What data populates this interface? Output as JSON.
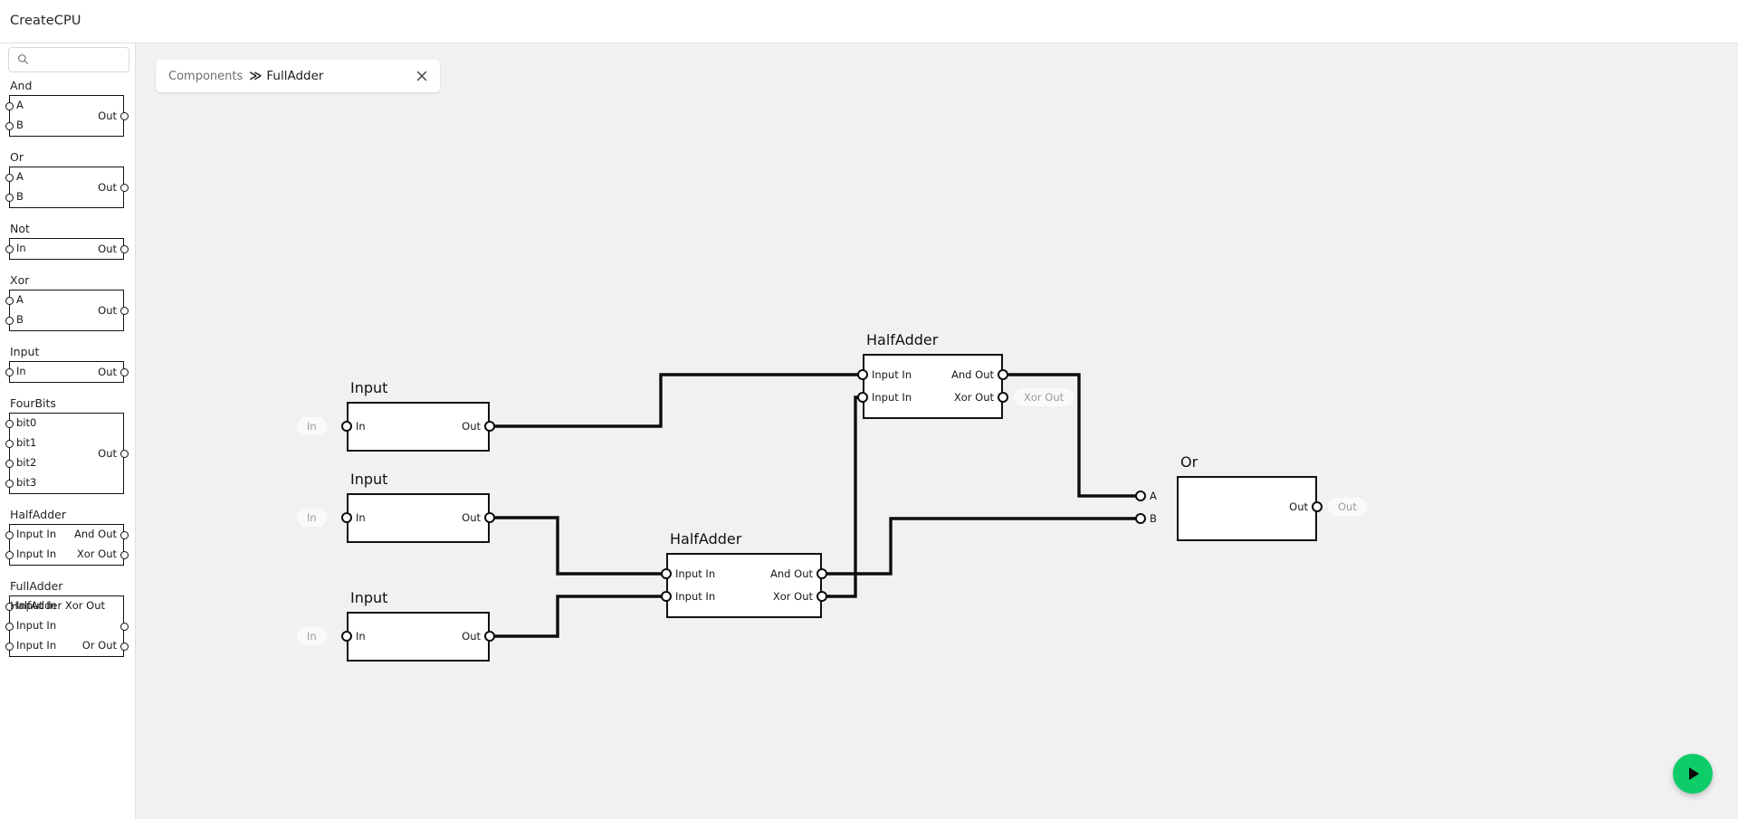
{
  "app": {
    "title": "CreateCPU"
  },
  "sidebar": {
    "search": {
      "placeholder": "",
      "value": "",
      "icon": "search-icon"
    },
    "items": [
      {
        "name": "And",
        "inputs": [
          "A",
          "B"
        ],
        "outputs": [
          "Out"
        ]
      },
      {
        "name": "Or",
        "inputs": [
          "A",
          "B"
        ],
        "outputs": [
          "Out"
        ]
      },
      {
        "name": "Not",
        "inputs": [
          "In"
        ],
        "outputs": [
          "Out"
        ]
      },
      {
        "name": "Xor",
        "inputs": [
          "A",
          "B"
        ],
        "outputs": [
          "Out"
        ]
      },
      {
        "name": "Input",
        "inputs": [
          "In"
        ],
        "outputs": [
          "Out"
        ]
      },
      {
        "name": "FourBits",
        "inputs": [
          "bit0",
          "bit1",
          "bit2",
          "bit3"
        ],
        "outputs": [
          "Out"
        ]
      },
      {
        "name": "HalfAdder",
        "inputs": [
          "Input In",
          "Input In"
        ],
        "outputs": [
          "And Out",
          "Xor Out"
        ]
      },
      {
        "name": "FullAdder",
        "inputs": [
          "Input In",
          "Input In",
          "Input In"
        ],
        "outputs": [
          "HalfAdder Xor Out",
          "Or Out"
        ]
      }
    ]
  },
  "tab": {
    "breadcrumb_root": "Components",
    "breadcrumb_separator": "≫",
    "breadcrumb_leaf": "FullAdder",
    "close_icon": "close-icon"
  },
  "canvas": {
    "background": "#f1f1f1",
    "nodes": [
      {
        "id": "input1",
        "title": "Input",
        "in_labels": [
          "In"
        ],
        "out_labels": [
          "Out"
        ],
        "left_pill": "In"
      },
      {
        "id": "input2",
        "title": "Input",
        "in_labels": [
          "In"
        ],
        "out_labels": [
          "Out"
        ],
        "left_pill": "In"
      },
      {
        "id": "input3",
        "title": "Input",
        "in_labels": [
          "In"
        ],
        "out_labels": [
          "Out"
        ],
        "left_pill": "In"
      },
      {
        "id": "ha_top",
        "title": "HalfAdder",
        "in_labels": [
          "Input In",
          "Input In"
        ],
        "out_labels": [
          "And Out",
          "Xor Out"
        ],
        "right_pill": "Xor Out"
      },
      {
        "id": "ha_bot",
        "title": "HalfAdder",
        "in_labels": [
          "Input In",
          "Input In"
        ],
        "out_labels": [
          "And Out",
          "Xor Out"
        ]
      },
      {
        "id": "or_gate",
        "title": "Or",
        "in_labels": [
          "A",
          "B"
        ],
        "out_labels": [
          "Out"
        ],
        "right_pill": "Out"
      }
    ]
  },
  "run_button": {
    "icon": "play-icon",
    "color": "#0ecd69",
    "label": "Run"
  }
}
